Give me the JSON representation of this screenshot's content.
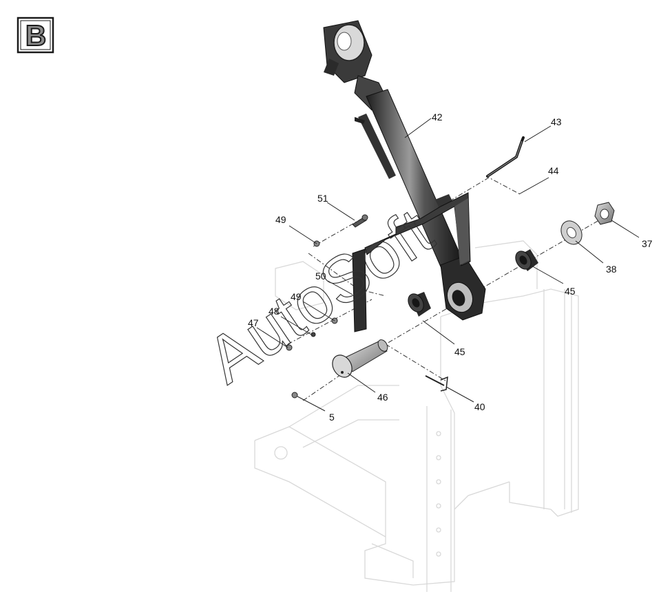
{
  "badge": {
    "letter": "B"
  },
  "watermark": {
    "text": "AutoSoft"
  },
  "callouts": [
    "42",
    "43",
    "44",
    "51",
    "49",
    "37",
    "38",
    "50",
    "45",
    "49",
    "48",
    "47",
    "45",
    "46",
    "40",
    "5"
  ],
  "colors": {
    "part_dark": "#2b2b2b",
    "part_mid": "#6b6b6b",
    "ghost_frame": "#d8d8d8"
  }
}
